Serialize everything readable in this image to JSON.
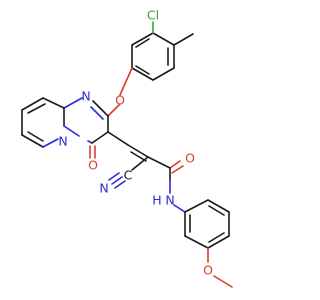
{
  "molecule": {
    "atom_labels": {
      "cl": "Cl",
      "n_ring_top": "N",
      "n_ring_bridge": "N",
      "o_ether": "O",
      "o_carbonyl_ring": "O",
      "o_amide": "O",
      "n_nitrile": "N",
      "c_nitrile": "C",
      "n_amide": "N",
      "h_amide": "H",
      "o_methoxy": "O"
    },
    "colors": {
      "bond": "#1a1a1a",
      "nitrogen": "#2b2bd9",
      "oxygen": "#d93b2b",
      "chlorine": "#2fa82f"
    }
  }
}
